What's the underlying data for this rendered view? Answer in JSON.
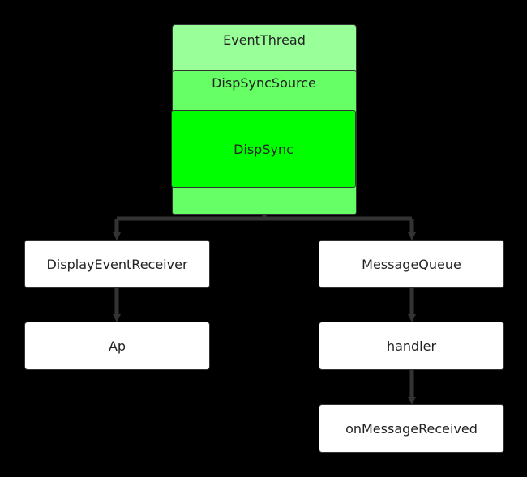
{
  "colors": {
    "background": "#000000",
    "event_thread": "#99ff99",
    "disp_sync_source": "#66ff66",
    "disp_sync": "#00ff00",
    "box_fill": "#ffffff",
    "border": "#333333",
    "connector": "#333333"
  },
  "nodes": {
    "event_thread": "EventThread",
    "disp_sync_source": "DispSyncSource",
    "disp_sync": "DispSync",
    "display_event_receiver": "DisplayEventReceiver",
    "ap": "Ap",
    "message_queue": "MessageQueue",
    "handler": "handler",
    "on_message_received": "onMessageReceived"
  }
}
